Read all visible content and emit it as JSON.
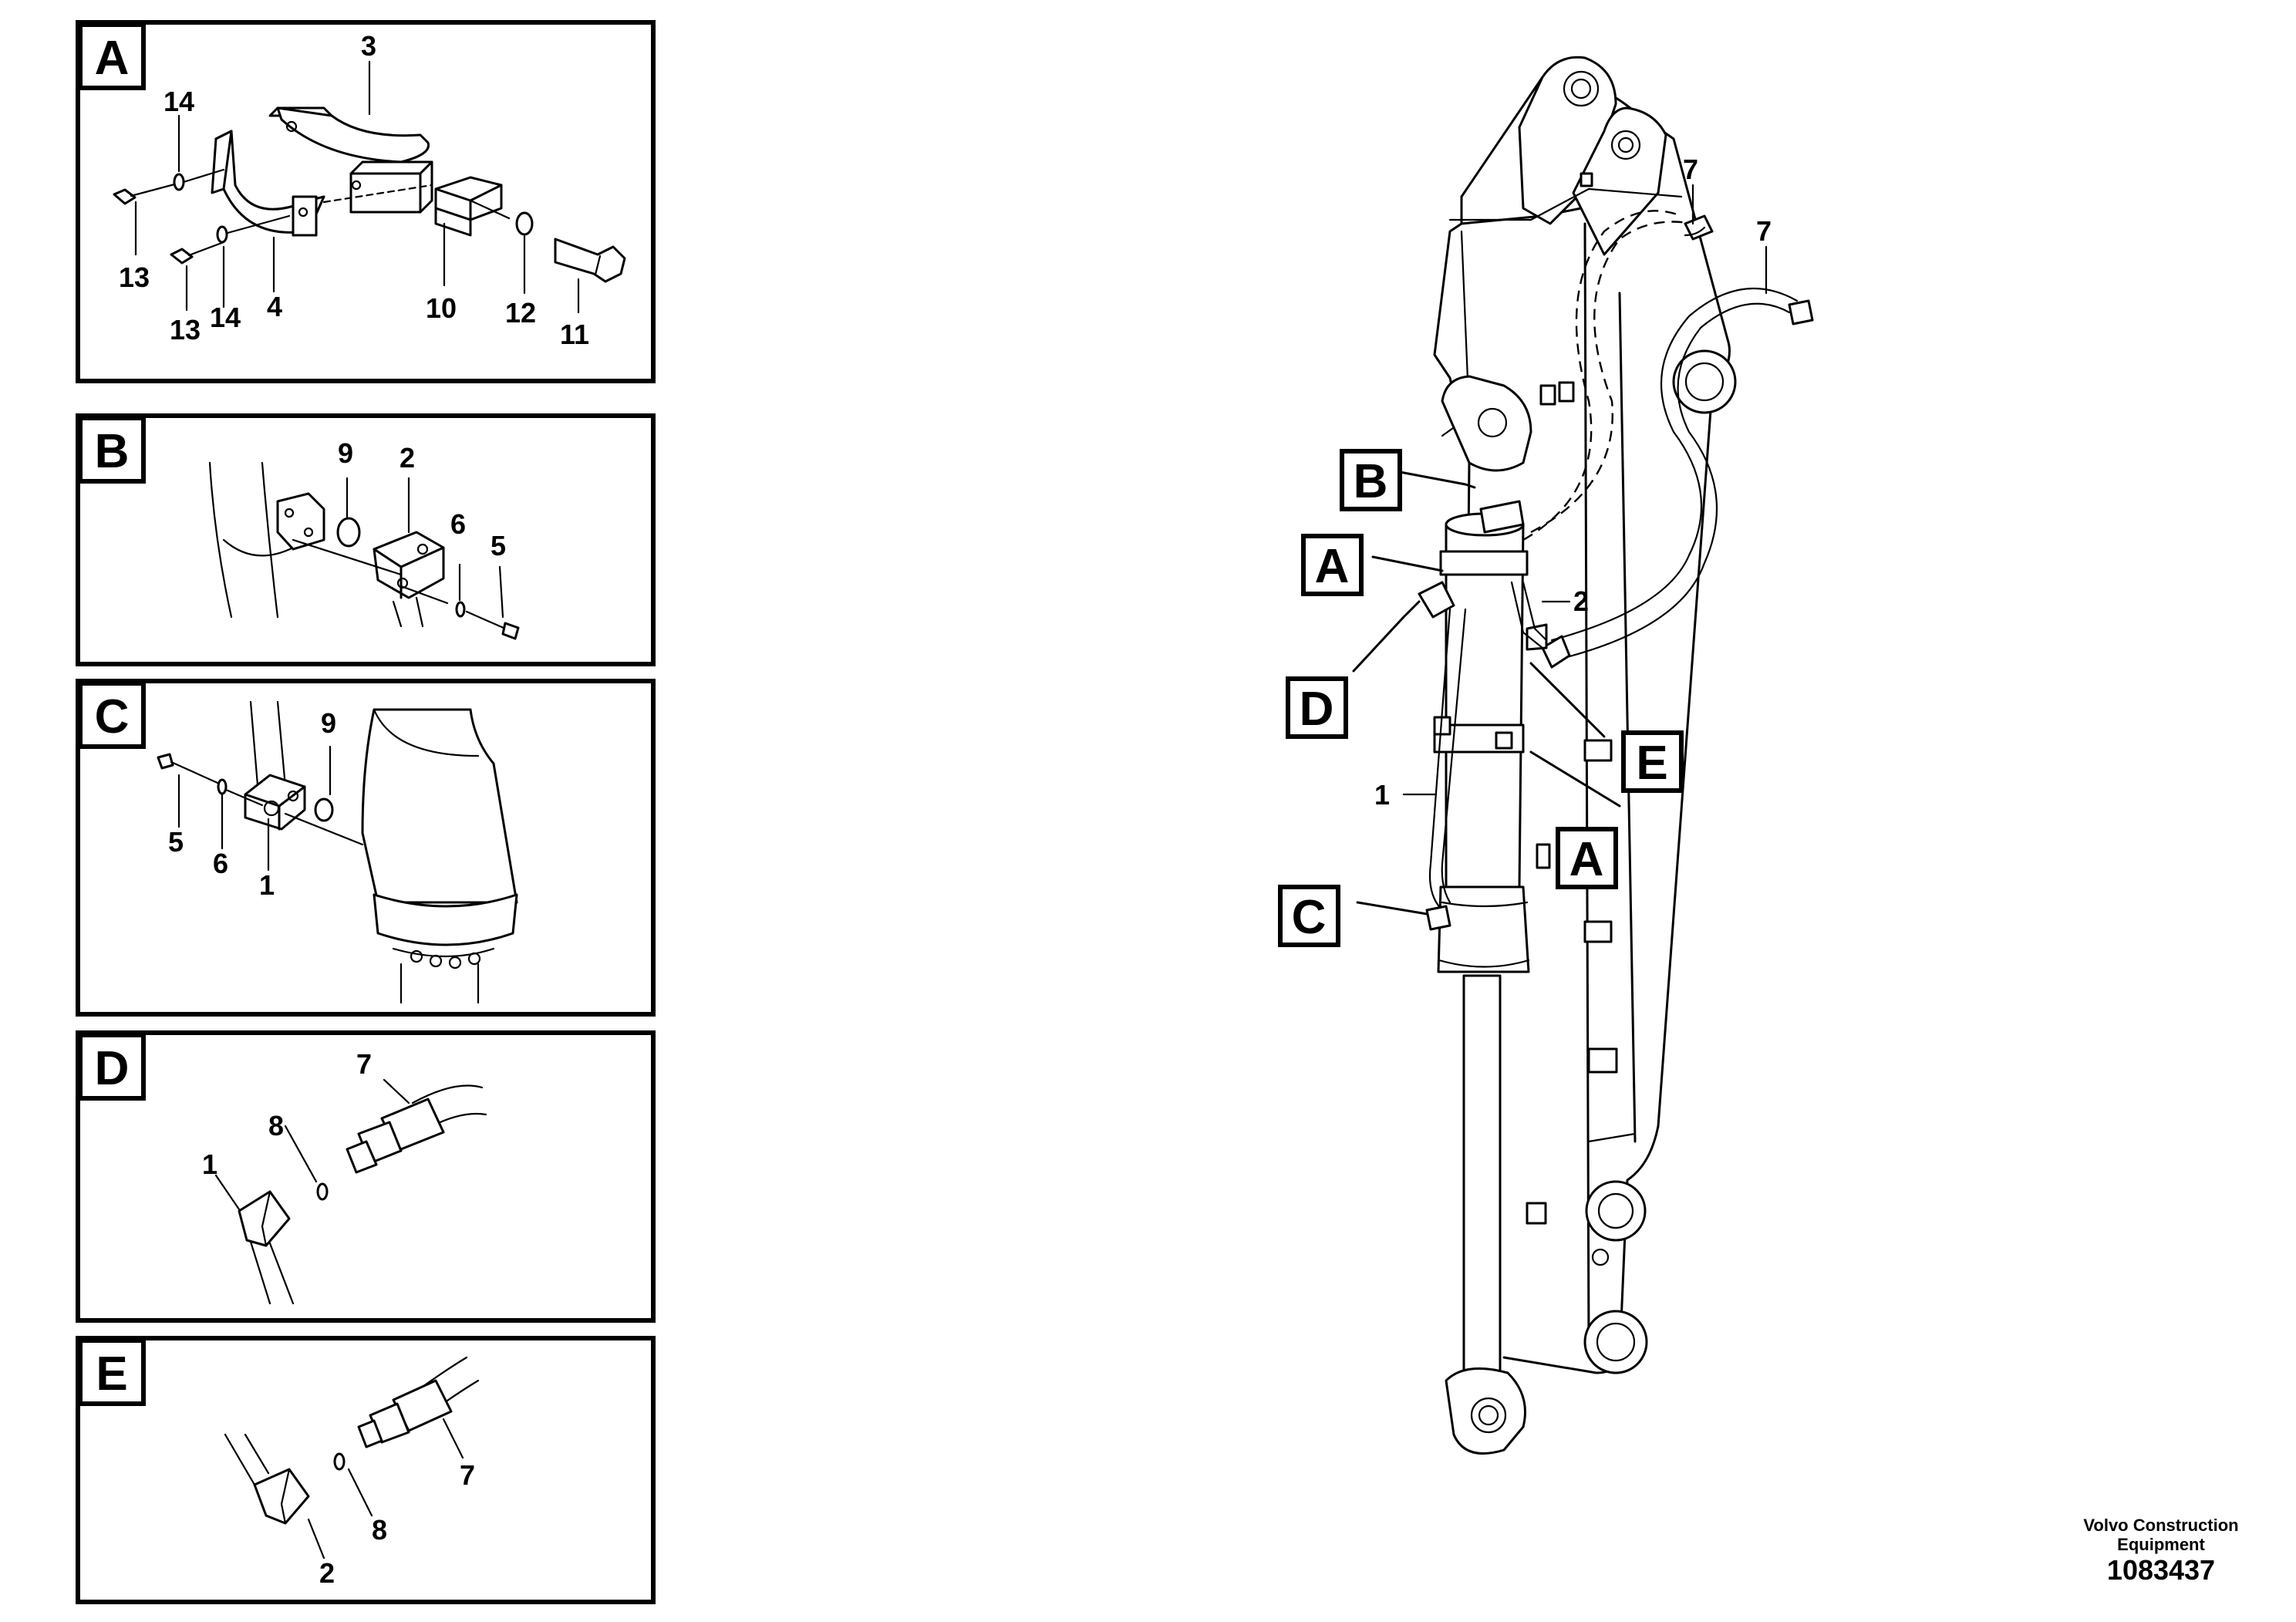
{
  "panels": [
    {
      "letter": "A",
      "callouts": [
        "3",
        "14",
        "13",
        "13",
        "14",
        "4",
        "10",
        "12",
        "11"
      ]
    },
    {
      "letter": "B",
      "callouts": [
        "9",
        "2",
        "6",
        "5"
      ]
    },
    {
      "letter": "C",
      "callouts": [
        "9",
        "5",
        "6",
        "1"
      ]
    },
    {
      "letter": "D",
      "callouts": [
        "7",
        "8",
        "1"
      ]
    },
    {
      "letter": "E",
      "callouts": [
        "7",
        "8",
        "2"
      ]
    }
  ],
  "main_view": {
    "tags": [
      "B",
      "A",
      "D",
      "A",
      "E",
      "C"
    ],
    "callouts": [
      "7",
      "7",
      "2",
      "1"
    ]
  },
  "footer": {
    "company_line1": "Volvo Construction",
    "company_line2": "Equipment",
    "drawing_number": "1083437"
  }
}
